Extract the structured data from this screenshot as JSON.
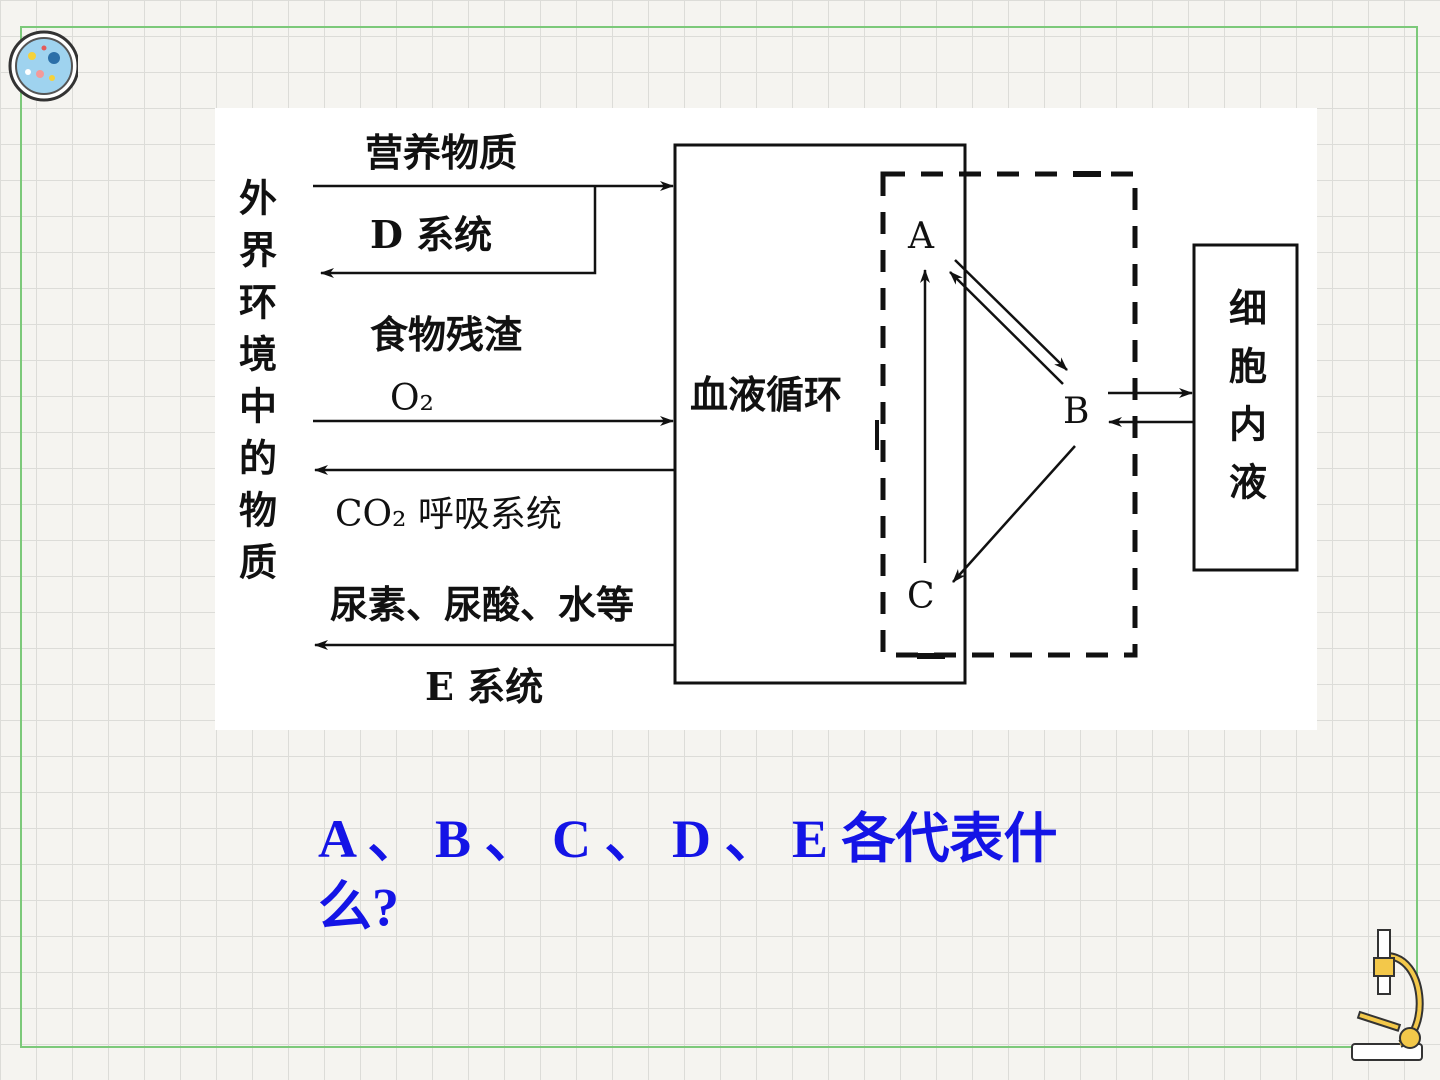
{
  "diagram": {
    "left_label": "外界环境中的物质",
    "nutrients": "营养物质",
    "d_system": "D 系统",
    "food_residue": "食物残渣",
    "o2": "O₂",
    "co2_system": "CO₂ 呼吸系统",
    "urea": "尿素、尿酸、水等",
    "e_system": "E 系统",
    "blood_circulation": "血液循环",
    "node_a": "A",
    "node_b": "B",
    "node_c": "C",
    "cell_fluid": "细胞内液"
  },
  "question": {
    "line1": "A 、 B 、 C 、 D 、 E 各代表什",
    "line2": "么?"
  },
  "icons": {
    "badge": "petri-dish-icon",
    "corner": "microscope-icon"
  },
  "colors": {
    "question_text": "#1414e6",
    "frame": "#7cc97a"
  }
}
